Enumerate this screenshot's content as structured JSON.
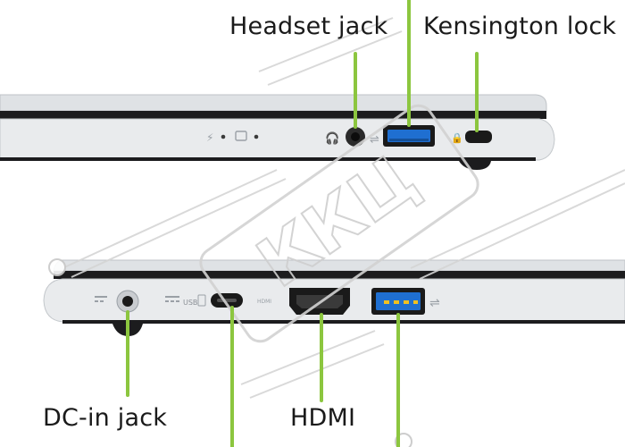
{
  "labels": {
    "headset_jack": "Headset jack",
    "kensington_lock": "Kensington lock",
    "dc_in_jack": "DC-in jack",
    "hdmi": "HDMI"
  },
  "port_markings": {
    "usbc_text": "USB"
  },
  "watermark": {
    "text": "ККЦ"
  },
  "colors": {
    "callout_line": "#8cc63f",
    "chassis": "#e9ebed",
    "chassis_dark": "#1c1c1e",
    "usb_blue": "#1f6fd1",
    "watermark": "#d5d5d5"
  }
}
